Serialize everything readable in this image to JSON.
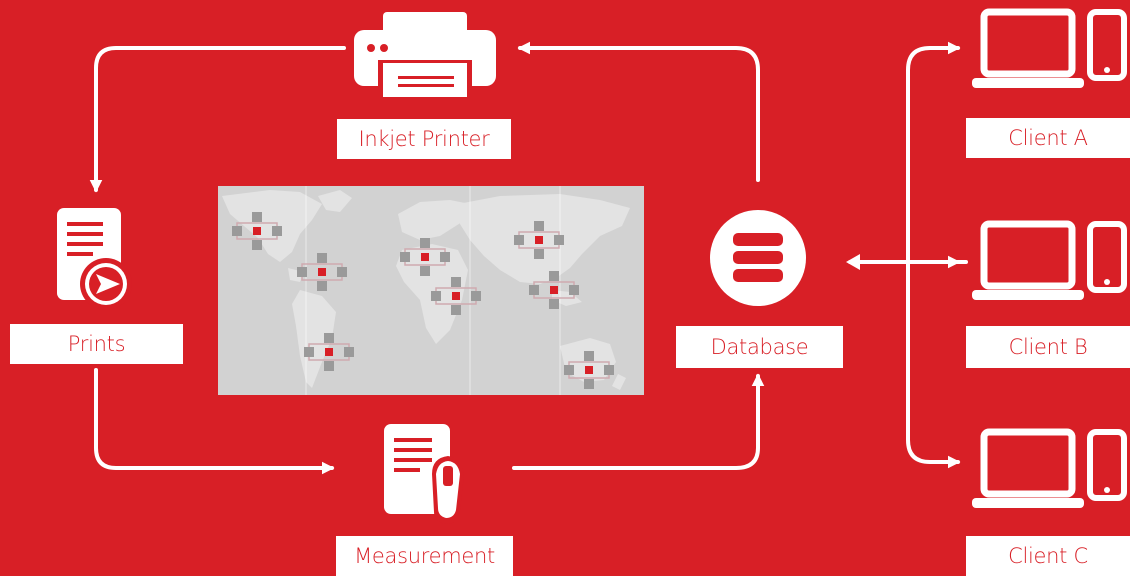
{
  "nodes": {
    "printer": "Inkjet Printer",
    "prints": "Prints",
    "database": "Database",
    "measurement": "Measurement",
    "client_a": "Client A",
    "client_b": "Client B",
    "client_c": "Client C"
  },
  "icons": {
    "printer": "printer-icon",
    "prints": "document-play-icon",
    "database": "database-icon",
    "measurement": "document-scanner-icon",
    "clients": "laptop-phone-icon",
    "map": "world-map"
  },
  "colors": {
    "background": "#d81f26",
    "foreground": "#ffffff",
    "map_land": "#e3e3e3",
    "map_water": "#d2d2d2",
    "cluster_gray": "#9a9a9a",
    "cluster_center": "#d81f26"
  }
}
